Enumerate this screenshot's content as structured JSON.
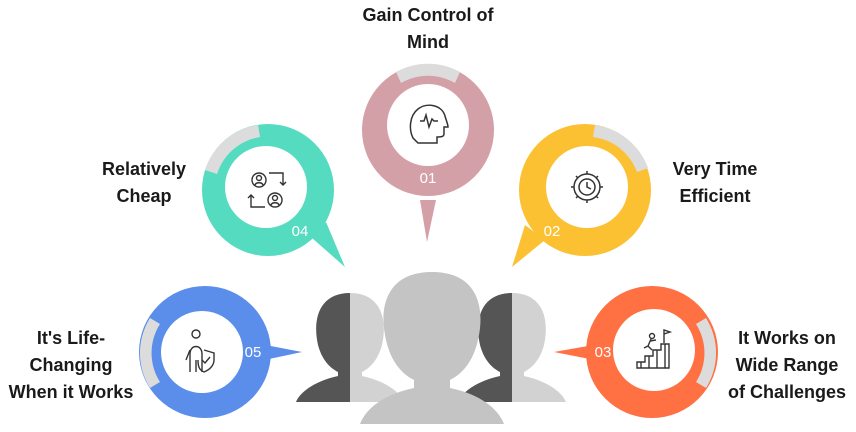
{
  "items": [
    {
      "number": "01",
      "title_lines": [
        "Gain Control of",
        "Mind"
      ],
      "color": "#D4A0A8",
      "icon": "brain-head-icon"
    },
    {
      "number": "02",
      "title_lines": [
        "Very Time",
        "Efficient"
      ],
      "color": "#FCC133",
      "icon": "gear-clock-icon"
    },
    {
      "number": "03",
      "title_lines": [
        "It Works on",
        "Wide Range",
        "of Challenges"
      ],
      "color": "#FF7043",
      "icon": "stairs-climb-icon"
    },
    {
      "number": "04",
      "title_lines": [
        "Relatively",
        "Cheap"
      ],
      "color": "#55DBC0",
      "icon": "people-exchange-icon"
    },
    {
      "number": "05",
      "title_lines": [
        "It's Life-",
        "Changing",
        "When it Works"
      ],
      "color": "#5B8DEB",
      "icon": "person-shield-icon"
    }
  ],
  "colors": {
    "ring_accent": "#DCDCDC",
    "people_dark": "#555555",
    "people_light": "#D2D2D2",
    "people_center": "#C4C4C4"
  }
}
